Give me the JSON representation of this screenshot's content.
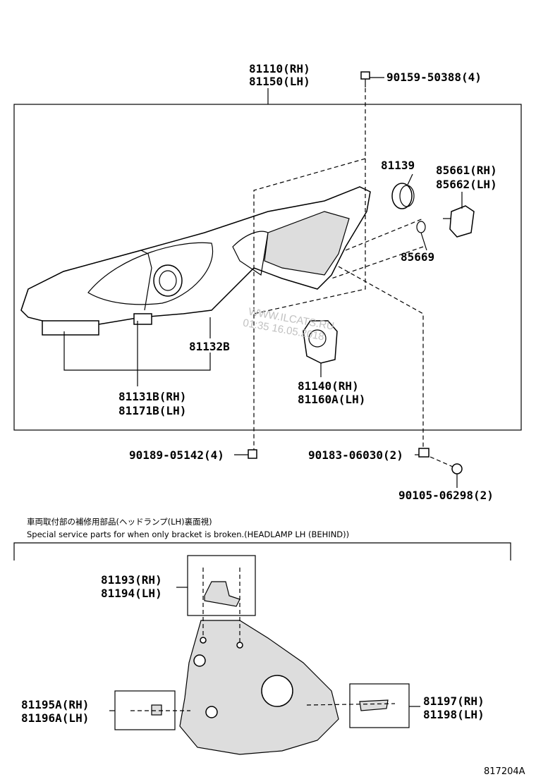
{
  "main_diagram": {
    "labels": {
      "headlamp_assy": [
        "81110(RH)",
        "81150(LH)"
      ],
      "screw_top": "90159-50388(4)",
      "part_81139": "81139",
      "socket": [
        "85661(RH)",
        "85662(LH)"
      ],
      "part_85669": "85669",
      "part_81132b": "81132B",
      "bracket_unit": [
        "81131B(RH)",
        "81171B(LH)"
      ],
      "projector": [
        "81140(RH)",
        "81160A(LH)"
      ],
      "screw_bottom_left": "90189-05142(4)",
      "nut": "90183-06030(2)",
      "screw_bottom_right": "90105-06298(2)"
    },
    "watermark": [
      "WWW.ILCATS.RU",
      "01:35 16.05.2018"
    ]
  },
  "service_note": {
    "japanese": "車両取付部の補修用部品(ヘッドランプ(LH)裏面視)",
    "english": "Special service parts for when only bracket is broken.(HEADLAMP LH (BEHIND))"
  },
  "lower_diagram": {
    "labels": {
      "top_bracket": [
        "81193(RH)",
        "81194(LH)"
      ],
      "left_bracket": [
        "81195A(RH)",
        "81196A(LH)"
      ],
      "right_bracket": [
        "81197(RH)",
        "81198(LH)"
      ]
    }
  },
  "figure_code": "817204A"
}
